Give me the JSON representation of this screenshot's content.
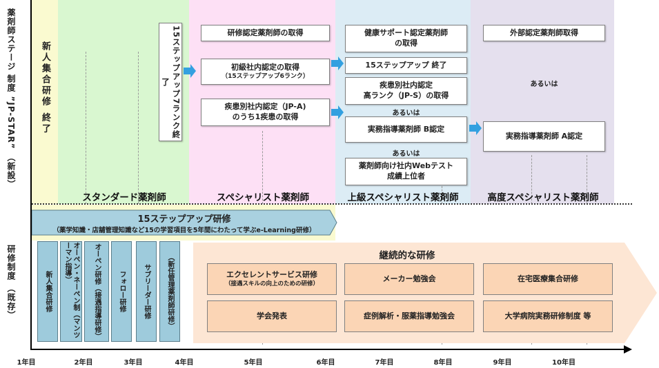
{
  "side_labels": {
    "upper": "薬剤師ステージ 制度 ”JP-STAR” （新設）",
    "lower": "研修制度 （既存）"
  },
  "new_staff": "新人集合研修 終了",
  "stages": [
    {
      "label": "スタンダード薬剤師"
    },
    {
      "label": "スペシャリスト薬剤師"
    },
    {
      "label": "上級スペシャリスト薬剤師"
    },
    {
      "label": "高度スペシャリスト薬剤師"
    }
  ],
  "standard": {
    "step7": "15ステップアップ7ランク終了"
  },
  "specialist": {
    "box1": "研修認定薬剤師の取得",
    "box2_title": "初級社内認定の取得",
    "box2_sub": "（15ステップアップ6ランク）",
    "box3_line1": "疾患別社内認定（JP-A)",
    "box3_line2": "のうち1疾患の取得"
  },
  "senior": {
    "box1_line1": "健康サポート認定薬剤師",
    "box1_line2": "の取得",
    "box2": "15ステップアップ 終了",
    "box3_line1": "疾患別社内認定",
    "box3_line2": "高ランク（JP-S）の取得",
    "or1": "あるいは",
    "box4": "実務指導薬剤師 B認定",
    "or2": "あるいは",
    "box5_line1": "薬剤師向け社内Webテスト",
    "box5_line2": "成績上位者"
  },
  "advanced": {
    "box1": "外部認定薬剤師取得",
    "or": "あるいは",
    "box2": "実務指導薬剤師 A認定"
  },
  "step_training": {
    "title": "15ステップアップ研修",
    "sub": "（薬学知識・店舗管理知識など15の学習項目を5年間にわたって学ぶe-Learning研修）"
  },
  "existing_training": [
    {
      "label": "新人集合研修"
    },
    {
      "label": "オーペン・ネーペン制（マンツーマン指導）"
    },
    {
      "label": "オーペン研修（接遇指導研修）"
    },
    {
      "label": "フォロー研修"
    },
    {
      "label": "サブリーダー研修"
    },
    {
      "label": "（新任管理薬剤師研修）"
    }
  ],
  "continuous": {
    "title": "継続的な研修",
    "items": [
      {
        "title": "エクセレントサービス研修",
        "sub": "（接遇スキルの向上のための研修）"
      },
      {
        "title": "メーカー勉強会",
        "sub": ""
      },
      {
        "title": "在宅医療集合研修",
        "sub": ""
      },
      {
        "title": "学会発表",
        "sub": ""
      },
      {
        "title": "症例解析・服薬指導勉強会",
        "sub": ""
      },
      {
        "title": "大学病院実務研修制度 等",
        "sub": ""
      }
    ]
  },
  "axis": {
    "ticks": [
      "1年目",
      "2年目",
      "3年目",
      "4年目",
      "5年目",
      "6年目",
      "7年目",
      "8年目",
      "9年目",
      "10年目"
    ]
  },
  "colors": {
    "standard_band": "#d9f7d0",
    "newstaff_band": "#fafad0",
    "specialist_band": "#fde0f5",
    "senior_band": "#dcecf5",
    "advanced_band": "#e5e0ee",
    "arrow_blue": "#33a0e0",
    "training_blue": "#9ecbdc",
    "continuous_orange": "#fbd5b5"
  }
}
